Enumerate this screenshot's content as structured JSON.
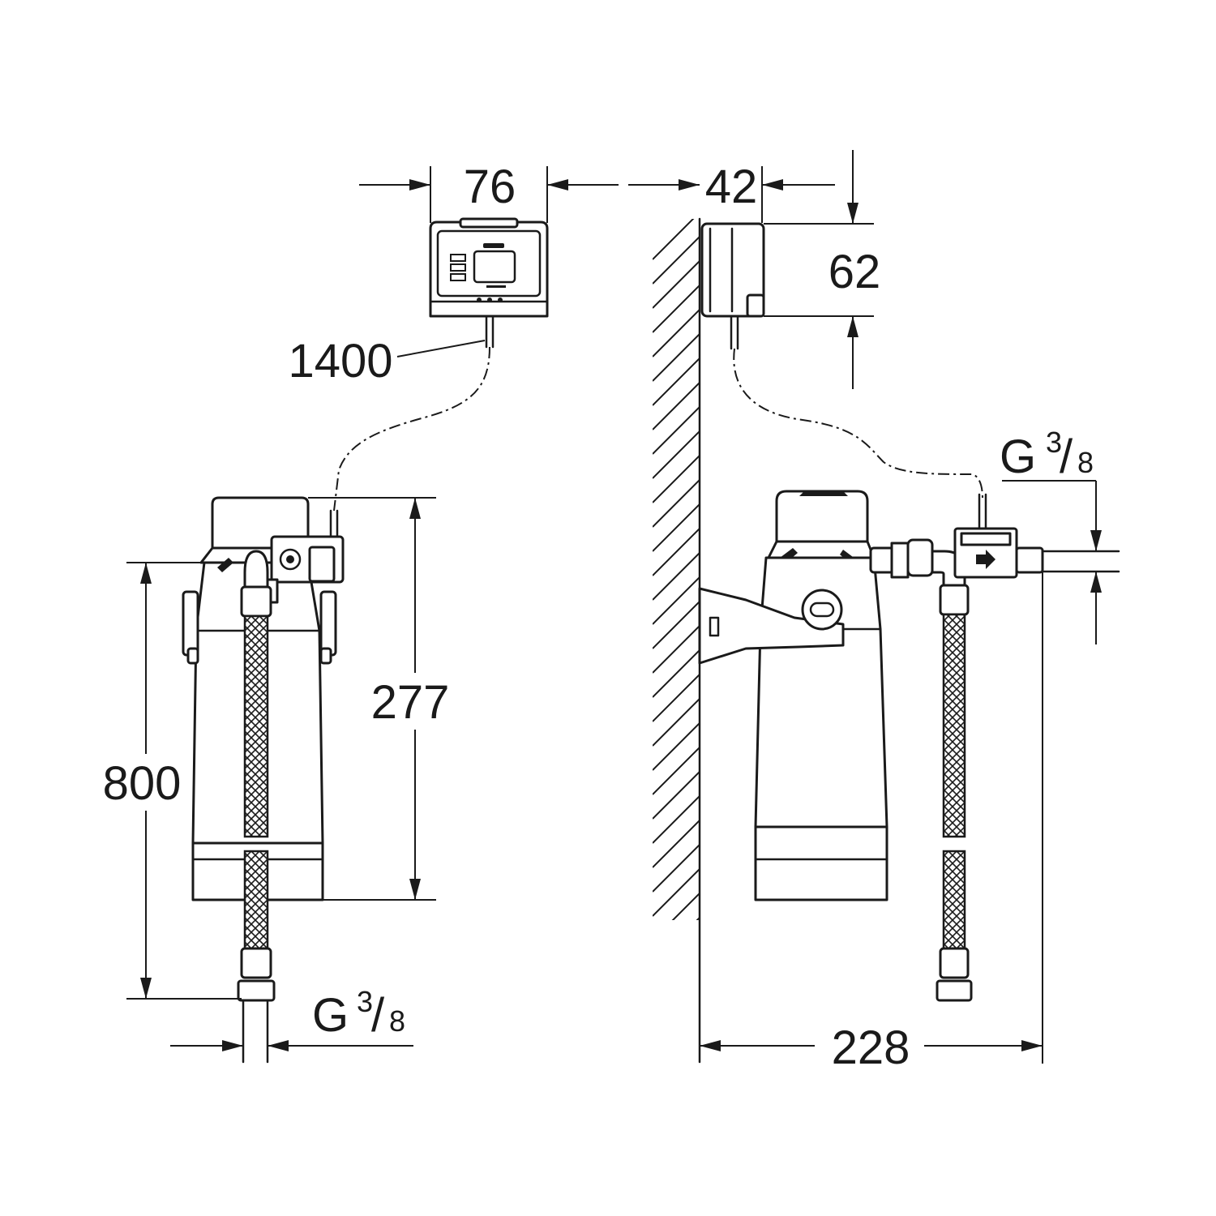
{
  "dimensions": {
    "control_box_width": "76",
    "control_box_depth": "42",
    "control_box_height": "62",
    "cable_length": "1400",
    "filter_head_to_bottom": "277",
    "total_height": "800",
    "wall_to_outlet": "228"
  },
  "threads": {
    "bottom": {
      "base": "G",
      "num": "3",
      "den": "8"
    },
    "side": {
      "base": "G",
      "num": "3",
      "den": "8"
    }
  },
  "colors": {
    "line": "#1a1a1a",
    "background": "#ffffff"
  }
}
